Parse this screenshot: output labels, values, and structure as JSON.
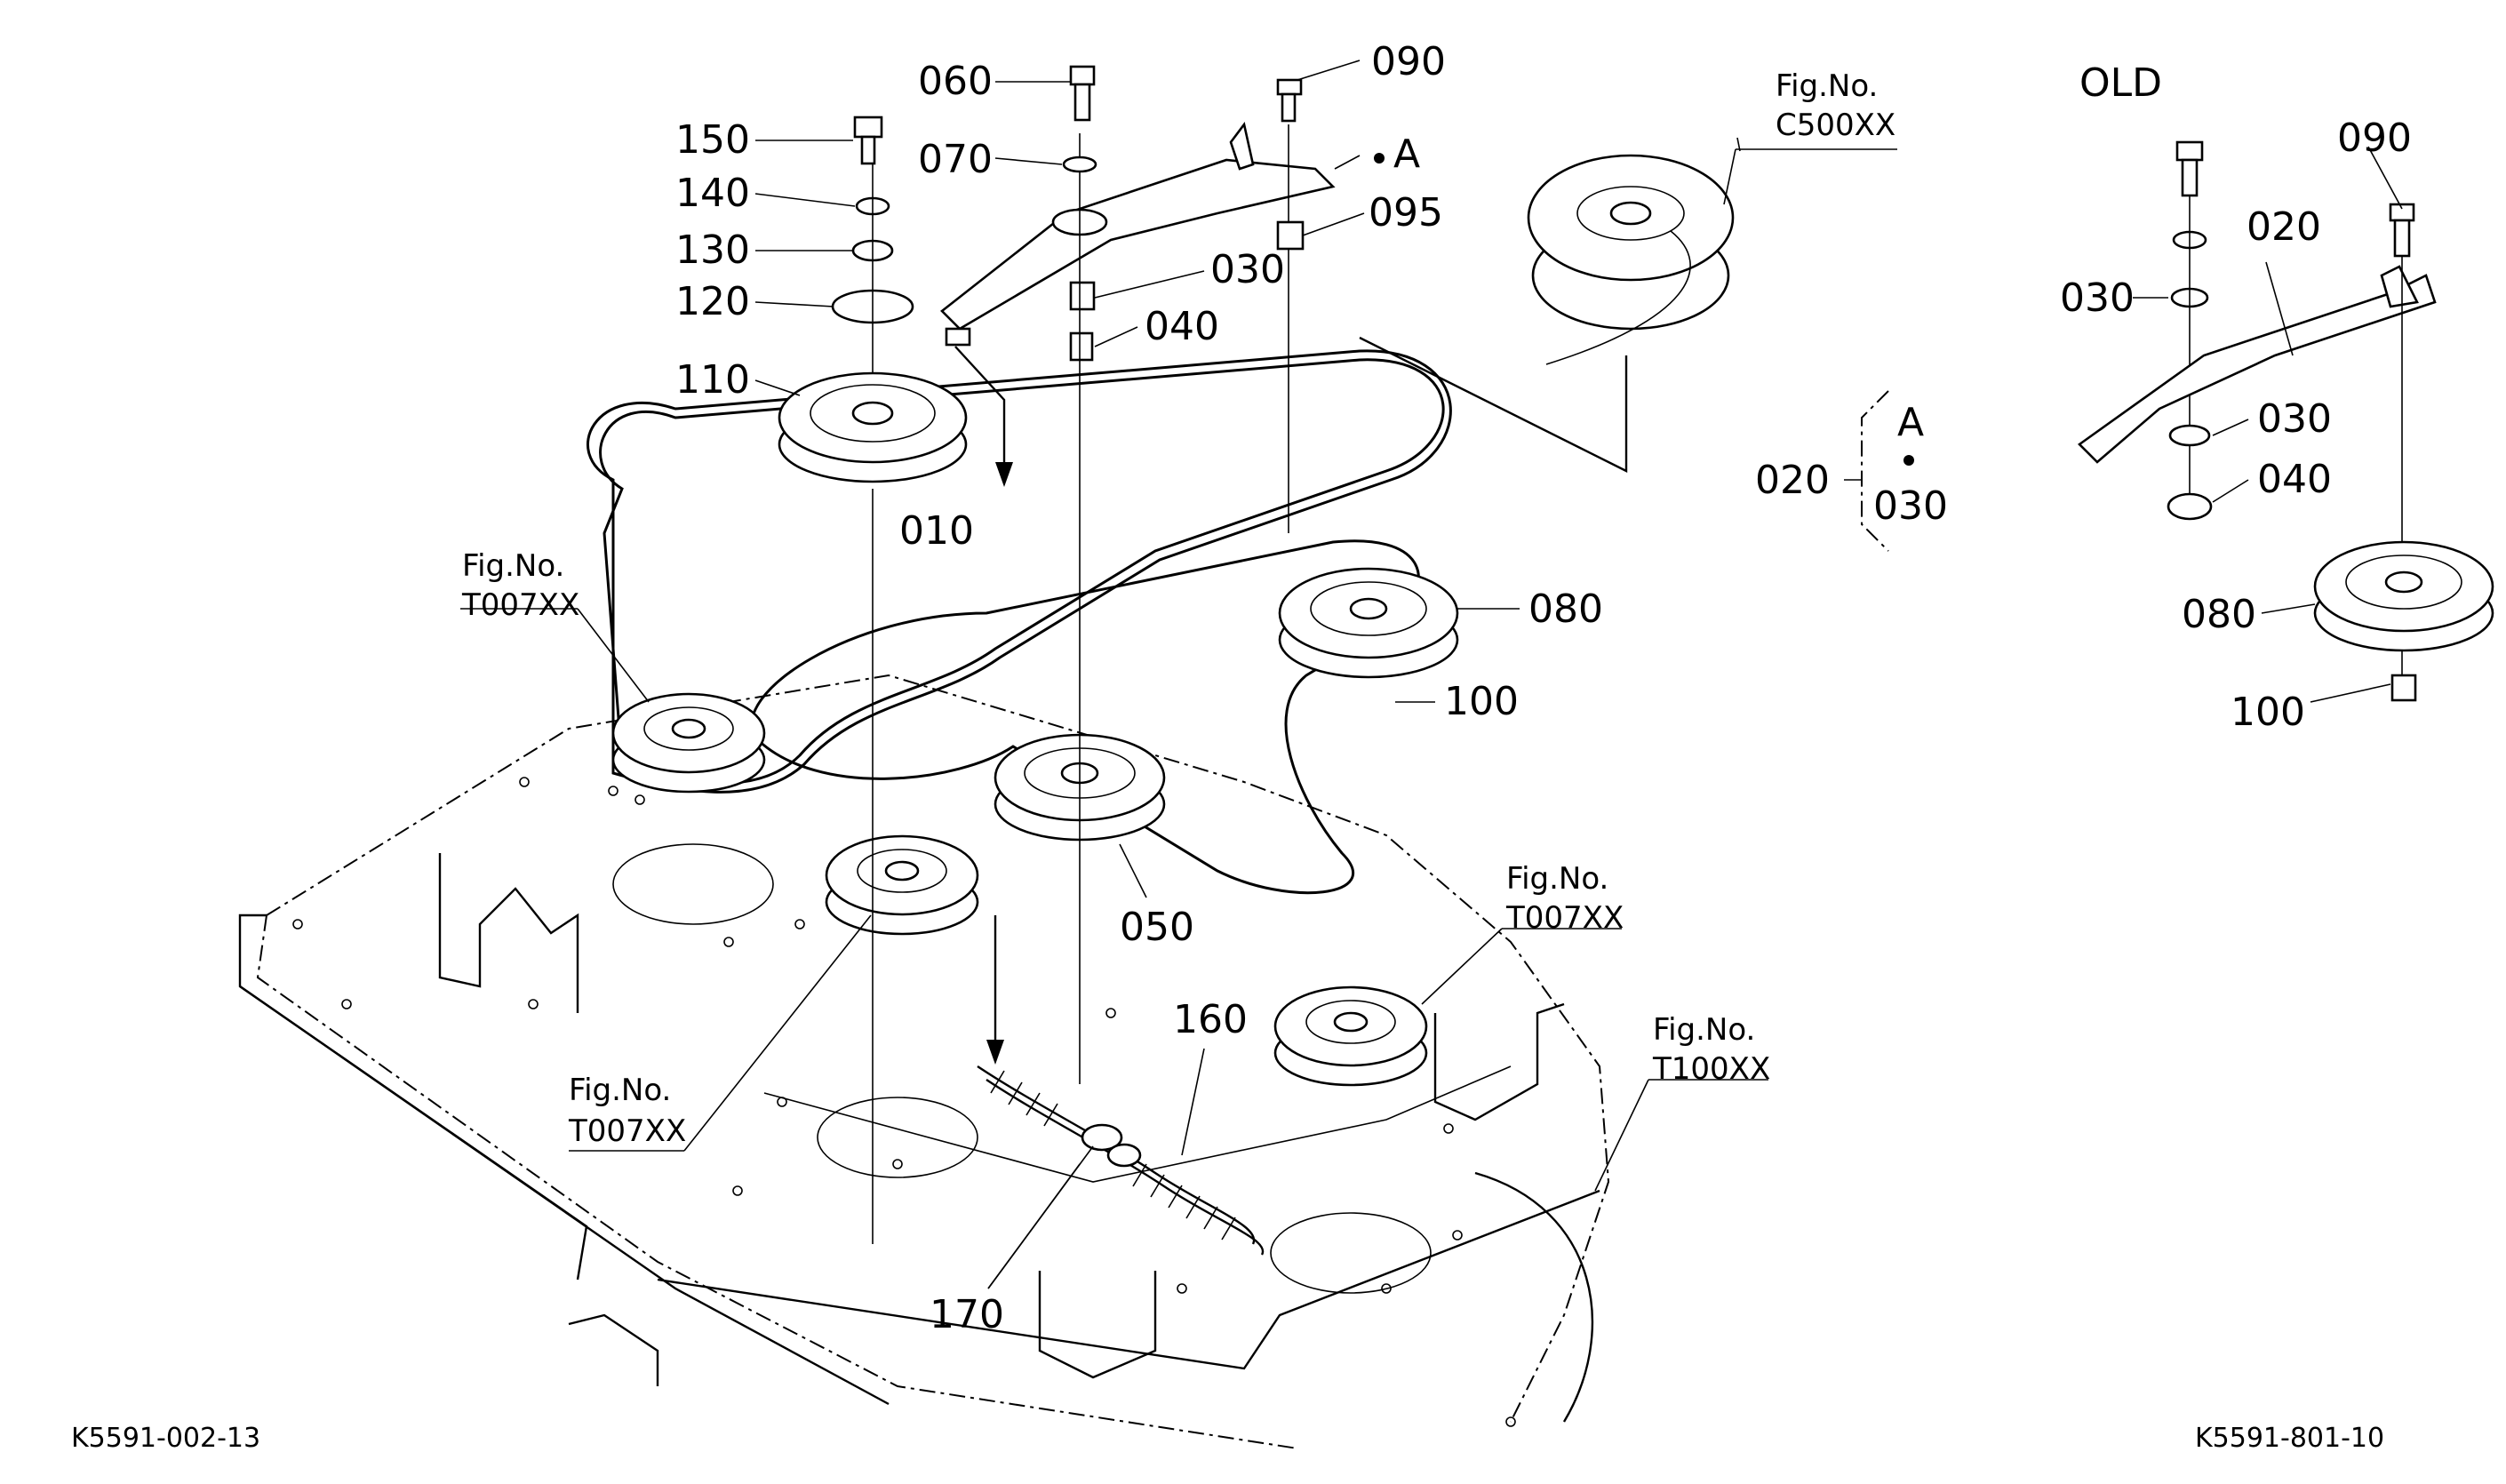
{
  "labels": {
    "p060": "060",
    "p090a": "090",
    "p070": "070",
    "pA_top": "A",
    "p150": "150",
    "p140": "140",
    "p130": "130",
    "p120": "120",
    "p095": "095",
    "p030a": "030",
    "p040a": "040",
    "p110": "110",
    "p010": "010",
    "p080a": "080",
    "p100a": "100",
    "p050": "050",
    "p160": "160",
    "p170": "170",
    "p020a": "020",
    "p030b": "030",
    "pA_side": "A",
    "old": "OLD",
    "p090b": "090",
    "p020b": "020",
    "p030c": "030",
    "p030d": "030",
    "p040b": "040",
    "p080b": "080",
    "p100b": "100"
  },
  "refs": {
    "fig_label": "Fig.No.",
    "c500": "C500XX",
    "t007_left": "T007XX",
    "t007_right": "T007XX",
    "t007_bottom": "T007XX",
    "t100": "T100XX"
  },
  "codes": {
    "left": "K5591-002-13",
    "right": "K5591-801-10"
  }
}
